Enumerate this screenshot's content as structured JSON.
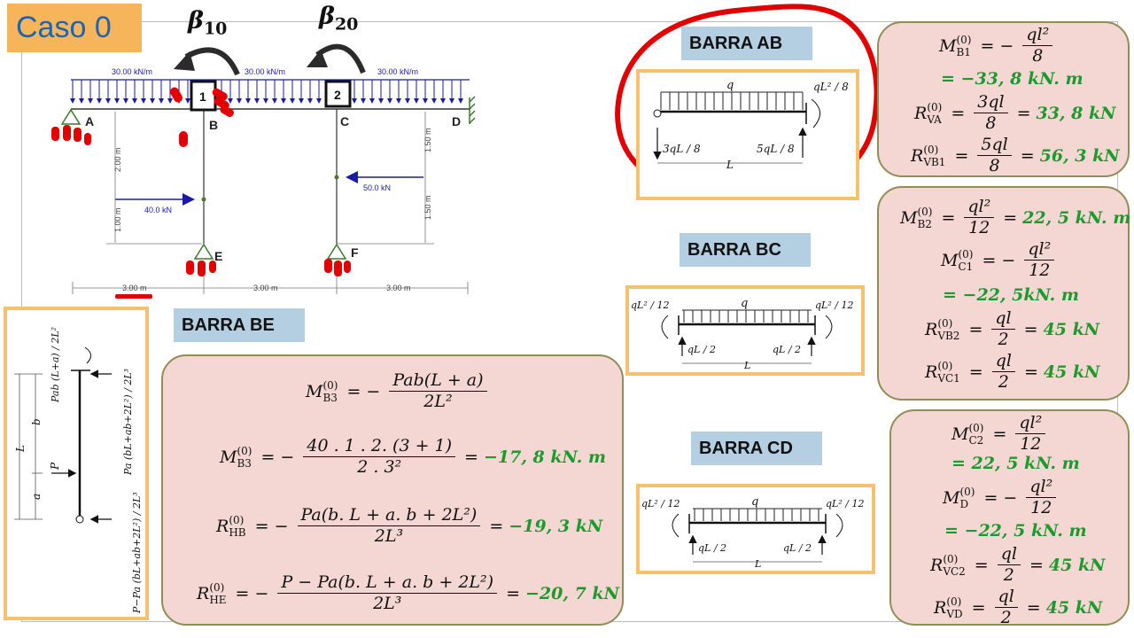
{
  "header": {
    "case_title": "Caso 0",
    "beta_1": "β",
    "beta_1_sub": "10",
    "beta_2": "β",
    "beta_2_sub": "20"
  },
  "structure": {
    "load_1": "30.00 kN/m",
    "load_2": "30.00 kN/m",
    "load_3": "30.00 kN/m",
    "node_1": "1",
    "node_2": "2",
    "point_A": "A",
    "point_B": "B",
    "point_C": "C",
    "point_D": "D",
    "point_E": "E",
    "point_F": "F",
    "force_E": "40.0 kN",
    "force_F": "50.0 kN",
    "dim_left_top": "2.00 m",
    "dim_left_bottom": "1.00 m",
    "dim_right_top": "1.50 m",
    "dim_right_bottom": "1.50 m",
    "span_1": "3.00 m",
    "span_2": "3.00 m",
    "span_3": "3.00 m",
    "mark_one": "1"
  },
  "barra_ab": {
    "label": "BARRA AB",
    "fig_q": "q",
    "fig_moment": "qL² / 8",
    "fig_left": "3qL / 8",
    "fig_right": "5qL / 8",
    "fig_span": "L",
    "eq1_lhs": "M",
    "eq1_sup": "(0)",
    "eq1_sub": "B1",
    "eq1_num": "ql²",
    "eq1_den": "8",
    "eq1_res": "= −33, 8 kN. m",
    "eq2_lhs": "R",
    "eq2_sup": "(0)",
    "eq2_sub": "VA",
    "eq2_num": "3ql",
    "eq2_den": "8",
    "eq2_res": "33, 8 kN",
    "eq3_lhs": "R",
    "eq3_sup": "(0)",
    "eq3_sub": "VB1",
    "eq3_num": "5ql",
    "eq3_den": "8",
    "eq3_res": "56, 3 kN"
  },
  "barra_bc": {
    "label": "BARRA BC",
    "fig_q": "q",
    "fig_m_left": "qL² / 12",
    "fig_m_right": "qL² / 12",
    "fig_left": "qL / 2",
    "fig_right": "qL / 2",
    "fig_span": "L",
    "eq1_sub": "B2",
    "eq1_num": "ql²",
    "eq1_den": "12",
    "eq1_res": "22, 5 kN. m",
    "eq2_sub": "C1",
    "eq2_num": "ql²",
    "eq2_den": "12",
    "eq2_res": "= −22, 5kN. m",
    "eq3_sub": "VB2",
    "eq3_num": "ql",
    "eq3_den": "2",
    "eq3_res": "45 kN",
    "eq4_sub": "VC1",
    "eq4_num": "ql",
    "eq4_den": "2",
    "eq4_res": "45 kN"
  },
  "barra_cd": {
    "label": "BARRA CD",
    "fig_q": "q",
    "fig_m_left": "qL² / 12",
    "fig_m_right": "qL² / 12",
    "fig_left": "qL / 2",
    "fig_right": "qL / 2",
    "fig_span": "L",
    "eq1_sub": "C2",
    "eq1_num": "ql²",
    "eq1_den": "12",
    "eq1_res": "= 22, 5 kN. m",
    "eq2_sub": "D",
    "eq2_num": "ql²",
    "eq2_den": "12",
    "eq2_res": "= −22, 5 kN. m",
    "eq3_sub": "VC2",
    "eq3_num": "ql",
    "eq3_den": "2",
    "eq3_res": "45 kN",
    "eq4_sub": "VD",
    "eq4_num": "ql",
    "eq4_den": "2",
    "eq4_res": "45 kN"
  },
  "barra_be": {
    "label": "BARRA BE",
    "fig_top": "Pab (L+a) / 2L²",
    "fig_right": "Pa (bL+ab+2L²) / 2L³",
    "fig_bottom": "P−Pa (bL+ab+2L²) / 2L³",
    "fig_L": "L",
    "fig_b": "b",
    "fig_P": "P",
    "fig_a": "a",
    "eq1_sub": "B3",
    "eq1_num": "Pab(L + a)",
    "eq1_den": "2L²",
    "eq2_sub": "B3",
    "eq2_num": "40 . 1 . 2. (3 + 1)",
    "eq2_den": "2 . 3²",
    "eq2_res": "−17, 8 kN. m",
    "eq3_sub": "HB",
    "eq3_num": "Pa(b. L + a. b + 2L²)",
    "eq3_den": "2L³",
    "eq3_res": "−19, 3 kN",
    "eq4_sub": "HE",
    "eq4_num": "P − Pa(b. L + a. b + 2L²)",
    "eq4_den": "2L³",
    "eq4_res": "−20, 7 kN"
  }
}
